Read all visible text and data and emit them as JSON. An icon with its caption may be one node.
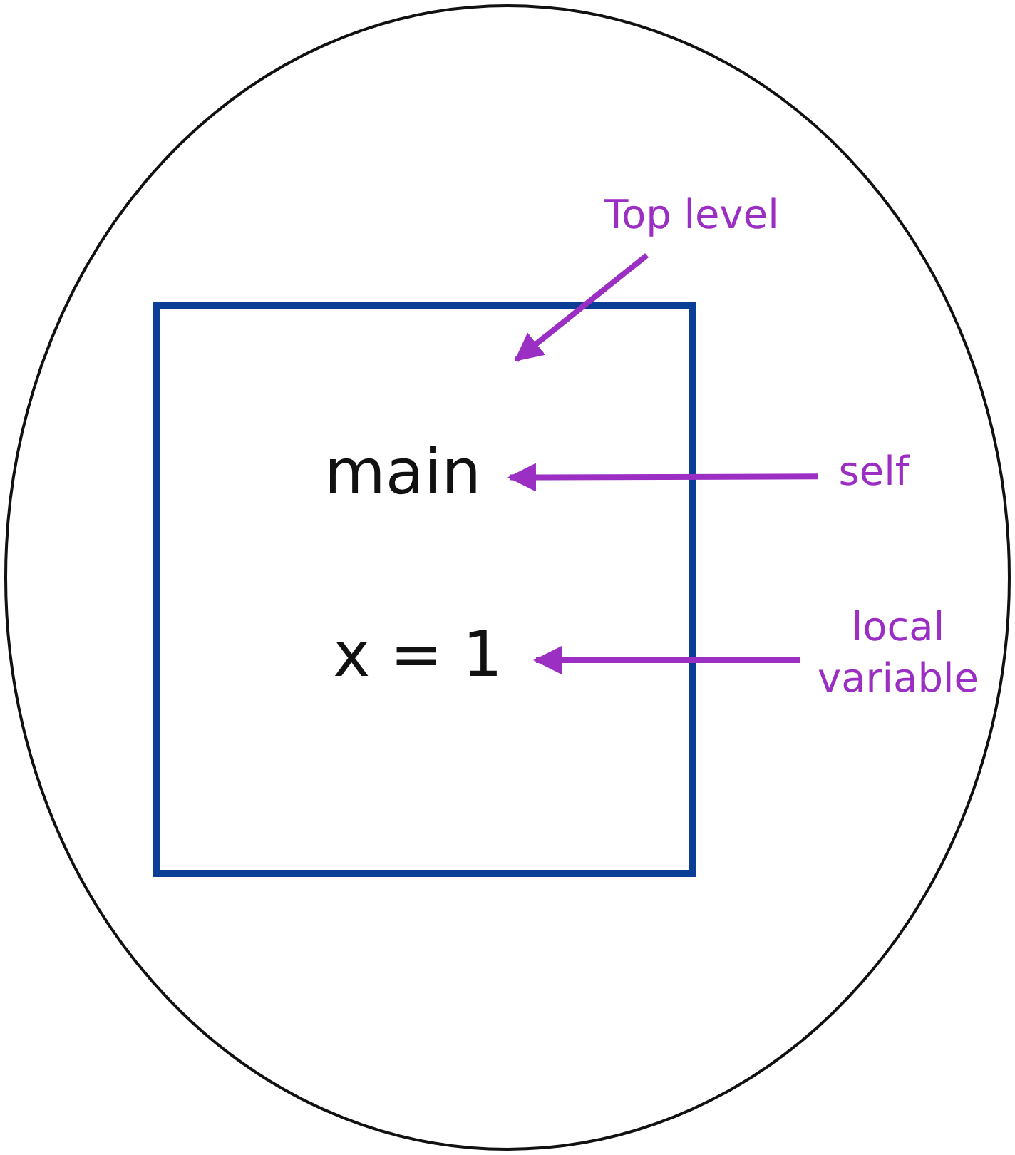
{
  "diagram": {
    "nodes": [
      {
        "text": [],
        "shape": "circle"
      },
      {
        "text": [],
        "shape": "box",
        "in": 0
      },
      {
        "text": [
          "main"
        ],
        "in": 1
      },
      {
        "text": [
          "x = 1"
        ],
        "in": 1
      },
      {
        "text": [
          "Top level"
        ],
        "in": 0
      },
      {
        "text": [
          "self"
        ],
        "in": 0
      },
      {
        "text": [
          "local variable"
        ],
        "in": 0
      }
    ],
    "edges": [
      {
        "from": 4,
        "to": 1,
        "arrow": "to"
      },
      {
        "from": 5,
        "to": 2,
        "arrow": "to"
      },
      {
        "from": 6,
        "to": 3,
        "arrow": "to"
      }
    ]
  }
}
